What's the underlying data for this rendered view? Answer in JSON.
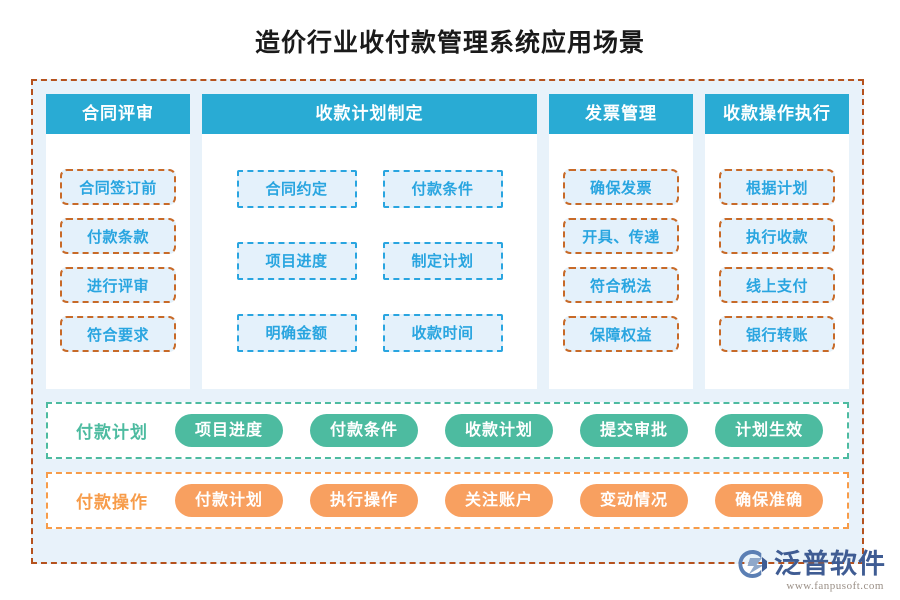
{
  "title": "造价行业收付款管理系统应用场景",
  "columns": [
    {
      "header": "合同评审",
      "style": "orange-dash",
      "items": [
        "合同签订前",
        "付款条款",
        "进行评审",
        "符合要求"
      ]
    },
    {
      "header": "收款计划制定",
      "style": "blue-dash",
      "items": [
        "合同约定",
        "付款条件",
        "项目进度",
        "制定计划",
        "明确金额",
        "收款时间"
      ]
    },
    {
      "header": "发票管理",
      "style": "orange-dash",
      "items": [
        "确保发票",
        "开具、传递",
        "符合税法",
        "保障权益"
      ]
    },
    {
      "header": "收款操作执行",
      "style": "orange-dash",
      "items": [
        "根据计划",
        "执行收款",
        "线上支付",
        "银行转账"
      ]
    }
  ],
  "flows": [
    {
      "label": "付款计划",
      "color": "#4dbba0",
      "steps": [
        "项目进度",
        "付款条件",
        "收款计划",
        "提交审批",
        "计划生效"
      ]
    },
    {
      "label": "付款操作",
      "color": "#f8a060",
      "steps": [
        "付款计划",
        "执行操作",
        "关注账户",
        "变动情况",
        "确保准确"
      ]
    }
  ],
  "logo": {
    "name": "泛普软件",
    "url": "www.fanpusoft.com"
  },
  "colors": {
    "header_bar": "#29abd4",
    "frame_dashed": "#b5521e",
    "page_bg": "#e8f2fa",
    "item_text": "#29a5e0",
    "item_fill": "#e4f1fb",
    "green": "#4dbba0",
    "orange": "#f8a060"
  }
}
